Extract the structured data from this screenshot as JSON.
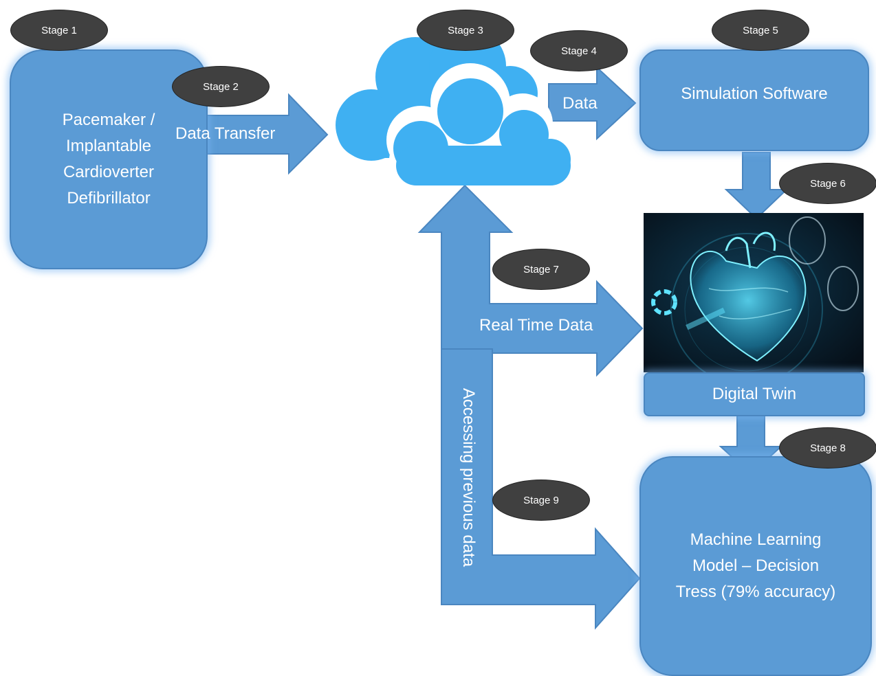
{
  "boxes": {
    "pacemaker": [
      "Pacemaker /",
      "Implantable",
      "Cardioverter",
      "Defibrillator"
    ],
    "simulation": [
      "Simulation Software"
    ],
    "digital_twin": [
      "Digital Twin"
    ],
    "ml_model": [
      "Machine Learning",
      "Model – Decision",
      "Tress (79% accuracy)"
    ]
  },
  "arrows": {
    "data_transfer": "Data Transfer",
    "data": "Data",
    "real_time": "Real Time Data",
    "previous": "Accessing previous data"
  },
  "stages": [
    "Stage 1",
    "Stage 2",
    "Stage 3",
    "Stage 4",
    "Stage 5",
    "Stage 6",
    "Stage 7",
    "Stage 8",
    "Stage 9"
  ],
  "colors": {
    "box_fill": "#5b9bd5",
    "arrow_fill": "#5b9bd5",
    "cloud": "#3fb0f2",
    "stage_fill": "#404040",
    "heart_bg": "#061019",
    "heart_glow": "#3fd7ff"
  }
}
